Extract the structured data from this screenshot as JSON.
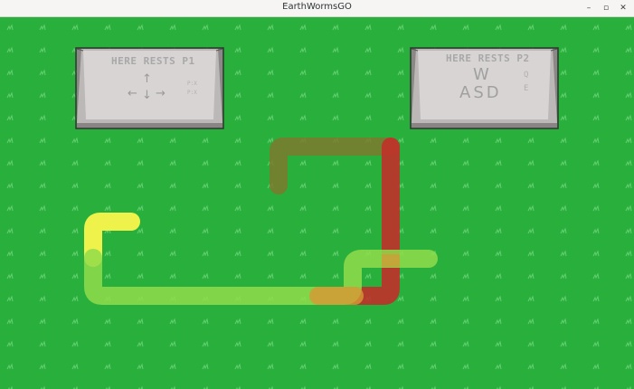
{
  "window": {
    "title": "EarthWormsGO",
    "minimize": "–",
    "maximize": "▫",
    "close": "✕"
  },
  "colors": {
    "grass": "#29b03c",
    "grass_mark": "#5fcf6b",
    "stone_face": "#d7d2d2",
    "stone_edge": "#8c8888",
    "worm_green": "#8fdc4a",
    "worm_red": "#c1302a",
    "worm_olive": "#7d7a2e",
    "worm_yellow": "#eef24a",
    "worm_orange": "#d69a34"
  },
  "tombstones": {
    "p1": {
      "title": "HERE RESTS P1",
      "arrows": {
        "up": "↑",
        "left": "←",
        "down": "↓",
        "right": "→"
      },
      "hint_top": "P:X",
      "hint_bottom": "P:X"
    },
    "p2": {
      "title": "HERE RESTS P2",
      "key_top": "W",
      "keys_bottom": "ASD",
      "key_q": "Q",
      "key_e": "E"
    }
  },
  "worms": [
    {
      "name": "green-worm",
      "color": "worm_green"
    },
    {
      "name": "red-worm",
      "color": "worm_red"
    },
    {
      "name": "olive-worm",
      "color": "worm_olive"
    },
    {
      "name": "yellow-worm",
      "color": "worm_yellow"
    }
  ]
}
